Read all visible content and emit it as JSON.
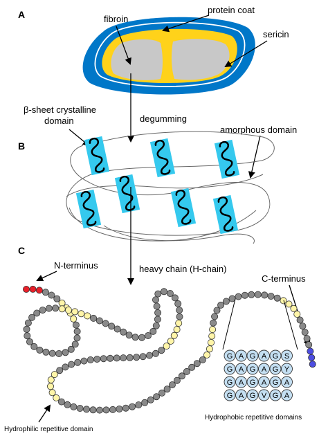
{
  "panels": {
    "a": "A",
    "b": "B",
    "c": "C"
  },
  "labels": {
    "fibroin": "fibroin",
    "protein_coat": "protein coat",
    "sericin": "sericin",
    "beta_sheet_line1": "β-sheet crystalline",
    "beta_sheet_line2": "domain",
    "degumming": "degumming",
    "amorphous": "amorphous domain",
    "heavy_chain": "heavy chain (H-chain)",
    "n_terminus": "N-terminus",
    "c_terminus": "C-terminus",
    "hydrophilic": "Hydrophilic repetitive domain",
    "hydrophobic": "Hydrophobic repetitive domains"
  },
  "sequences": [
    [
      "G",
      "A",
      "G",
      "A",
      "G",
      "S"
    ],
    [
      "G",
      "A",
      "G",
      "A",
      "G",
      "Y"
    ],
    [
      "G",
      "A",
      "G",
      "A",
      "G",
      "A"
    ],
    [
      "G",
      "A",
      "G",
      "V",
      "G",
      "A"
    ]
  ],
  "colors": {
    "sericin_blue": "#0077c8",
    "fibroin_yellow": "#ffd21a",
    "fibroin_core_gray": "#c8c8c8",
    "crystal_cyan": "#35c9ee",
    "bead_gray": "#8a8a8a",
    "bead_yellow": "#fff5a8",
    "n_term_red": "#e8202a",
    "c_term_blue": "#4d4de0",
    "seq_fill": "#c4dff2"
  }
}
